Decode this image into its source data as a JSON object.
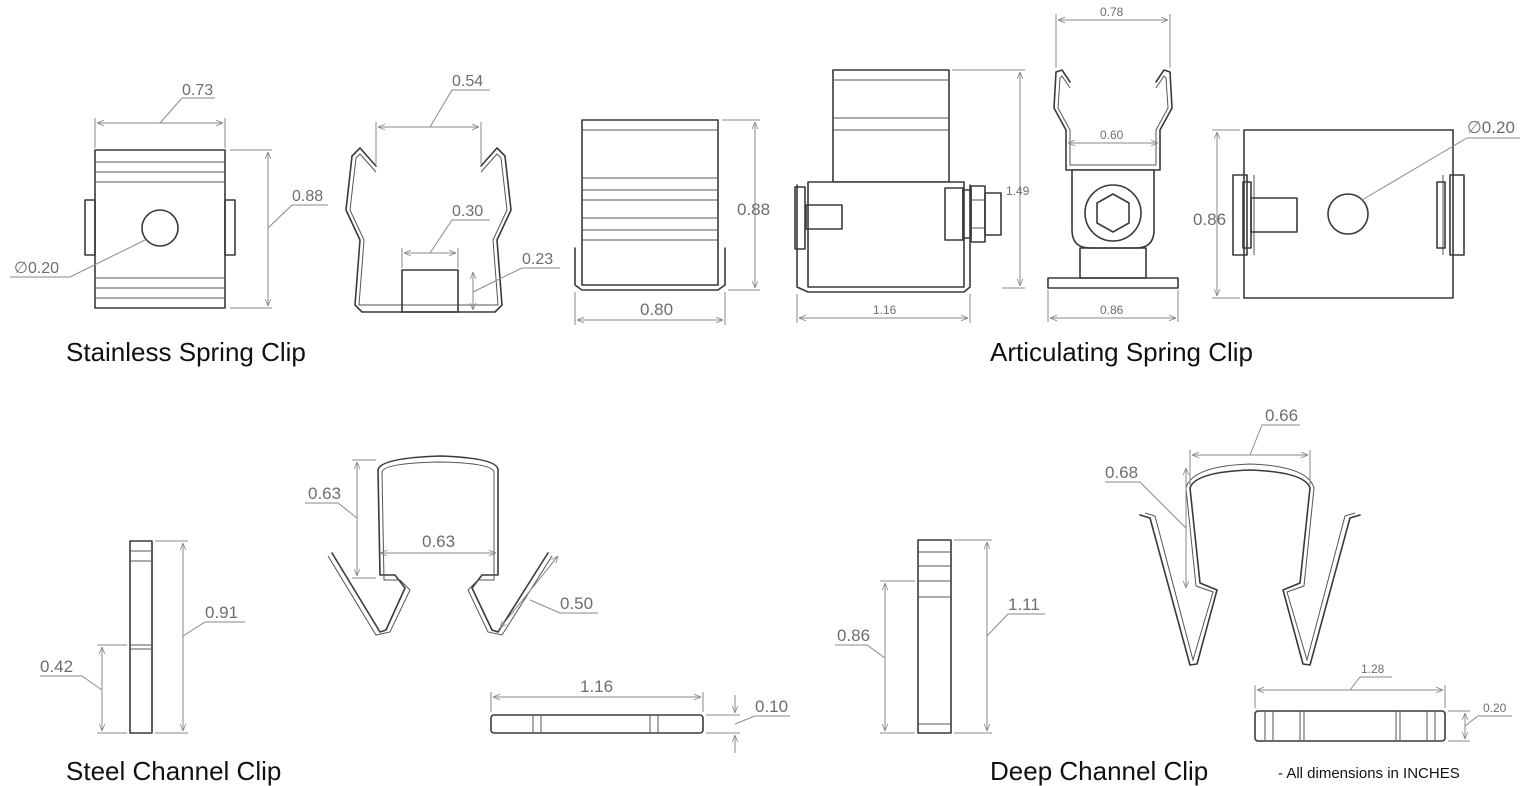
{
  "titles": {
    "stainless": "Stainless Spring Clip",
    "articulating": "Articulating Spring Clip",
    "steel": "Steel Channel Clip",
    "deep": "Deep Channel Clip"
  },
  "note": "- All dimensions in INCHES",
  "dims": {
    "ss_front_width": "0.73",
    "ss_front_height": "0.88",
    "ss_hole": "∅0.20",
    "ss_side_top": "0.54",
    "ss_side_inner": "0.30",
    "ss_side_height": "0.23",
    "ss_end_height": "0.88",
    "ss_end_width": "0.80",
    "as_side_height": "1.49",
    "as_side_width": "1.16",
    "as_end_top": "0.78",
    "as_end_inner": "0.60",
    "as_end_base": "0.86",
    "as_top_height": "0.86",
    "as_top_hole": "∅0.20",
    "sc_side_height": "0.91",
    "sc_side_half": "0.42",
    "sc_end_height": "0.63",
    "sc_end_width": "0.63",
    "sc_leg": "0.50",
    "sc_bottom_length": "1.16",
    "sc_bottom_thick": "0.10",
    "dc_side_height": "1.11",
    "dc_side_part": "0.86",
    "dc_end_width": "0.66",
    "dc_end_height": "0.68",
    "dc_bottom_length": "1.28",
    "dc_bottom_thick": "0.20"
  }
}
